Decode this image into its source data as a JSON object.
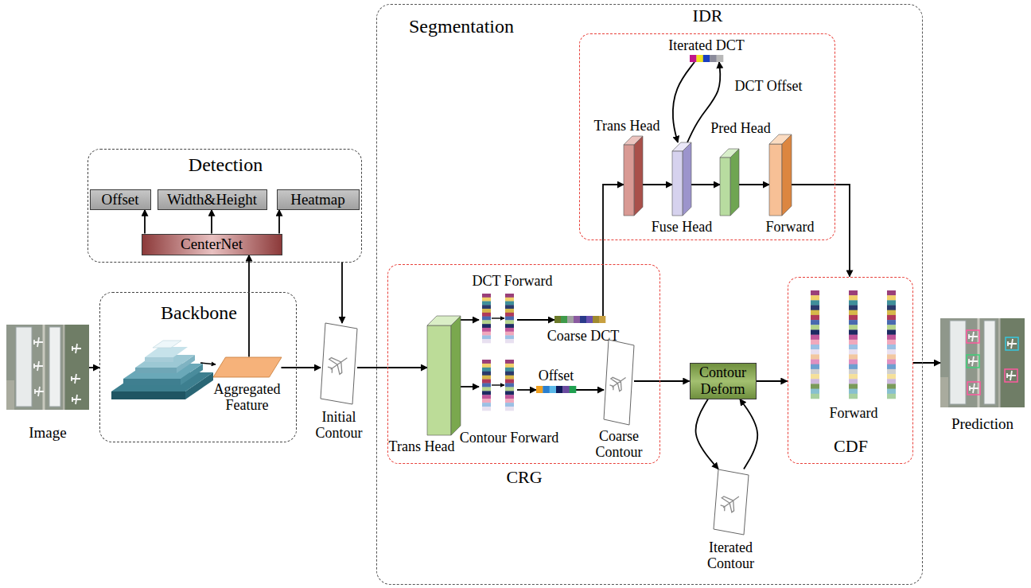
{
  "diagram": {
    "nodes": [
      {
        "text": [
          "Image"
        ]
      },
      {
        "text": [
          "Backbone"
        ]
      },
      {
        "text": [
          "Aggregated Feature"
        ],
        "in": 1
      },
      {
        "text": [
          "Detection"
        ]
      },
      {
        "text": [
          "Offset"
        ],
        "in": 3
      },
      {
        "text": [
          "Width&Height"
        ],
        "in": 3
      },
      {
        "text": [
          "Heatmap"
        ],
        "in": 3
      },
      {
        "text": [
          "CenterNet"
        ],
        "in": 3
      },
      {
        "text": [
          "Initial Contour"
        ]
      },
      {
        "text": [
          "Segmentation"
        ]
      },
      {
        "text": [
          "IDR"
        ],
        "in": 9
      },
      {
        "text": [
          "Iterated DCT"
        ],
        "in": 10
      },
      {
        "text": [
          "Trans Head"
        ],
        "in": 10
      },
      {
        "text": [
          "Fuse Head"
        ],
        "in": 10
      },
      {
        "text": [
          "Pred Head"
        ],
        "in": 10
      },
      {
        "text": [
          "Forward"
        ],
        "in": 10
      },
      {
        "text": [
          "CRG"
        ],
        "in": 9
      },
      {
        "text": [
          "Trans Head"
        ],
        "in": 16
      },
      {
        "text": [
          "DCT Forward"
        ],
        "in": 16
      },
      {
        "text": [
          "Coarse DCT"
        ],
        "in": 16
      },
      {
        "text": [
          "Contour Forward"
        ],
        "in": 16
      },
      {
        "text": [
          "Offset"
        ],
        "in": 16
      },
      {
        "text": [
          "Coarse Contour"
        ],
        "in": 16
      },
      {
        "text": [
          "Contour Deform"
        ],
        "in": 9
      },
      {
        "text": [
          "Iterated Contour"
        ],
        "in": 9
      },
      {
        "text": [
          "CDF"
        ],
        "in": 9
      },
      {
        "text": [
          "Forward"
        ],
        "in": 25
      },
      {
        "text": [
          "Prediction"
        ]
      }
    ],
    "edges": [
      {
        "from": 0,
        "to": 1,
        "arrow": "to"
      },
      {
        "from": 2,
        "to": 7,
        "arrow": "to"
      },
      {
        "from": 2,
        "to": 8,
        "arrow": "to"
      },
      {
        "from": 3,
        "to": 8,
        "arrow": "to"
      },
      {
        "from": 7,
        "to": 4,
        "arrow": "to"
      },
      {
        "from": 7,
        "to": 5,
        "arrow": "to"
      },
      {
        "from": 7,
        "to": 6,
        "arrow": "to"
      },
      {
        "from": 8,
        "to": 17,
        "arrow": "to"
      },
      {
        "from": 17,
        "to": 18,
        "arrow": "to"
      },
      {
        "from": 18,
        "to": 19,
        "arrow": "to"
      },
      {
        "from": 17,
        "to": 20,
        "arrow": "to"
      },
      {
        "from": 20,
        "to": 21,
        "arrow": "to"
      },
      {
        "from": 21,
        "to": 22,
        "arrow": "to"
      },
      {
        "from": 19,
        "to": 12,
        "arrow": "to"
      },
      {
        "from": 12,
        "to": 13,
        "arrow": "to"
      },
      {
        "from": 13,
        "to": 14,
        "arrow": "to"
      },
      {
        "from": 14,
        "to": 15,
        "arrow": "to"
      },
      {
        "from": 15,
        "to": 25,
        "arrow": "to"
      },
      {
        "from": 11,
        "to": 13,
        "arrow": "to"
      },
      {
        "from": 13,
        "to": 11,
        "label": "DCT Offset",
        "arrow": "to"
      },
      {
        "from": 22,
        "to": 23,
        "arrow": "to"
      },
      {
        "from": 23,
        "to": 24,
        "arrow": "to"
      },
      {
        "from": 24,
        "to": 23,
        "arrow": "to"
      },
      {
        "from": 23,
        "to": 25,
        "arrow": "to"
      },
      {
        "from": 25,
        "to": 27,
        "arrow": "to"
      }
    ]
  }
}
